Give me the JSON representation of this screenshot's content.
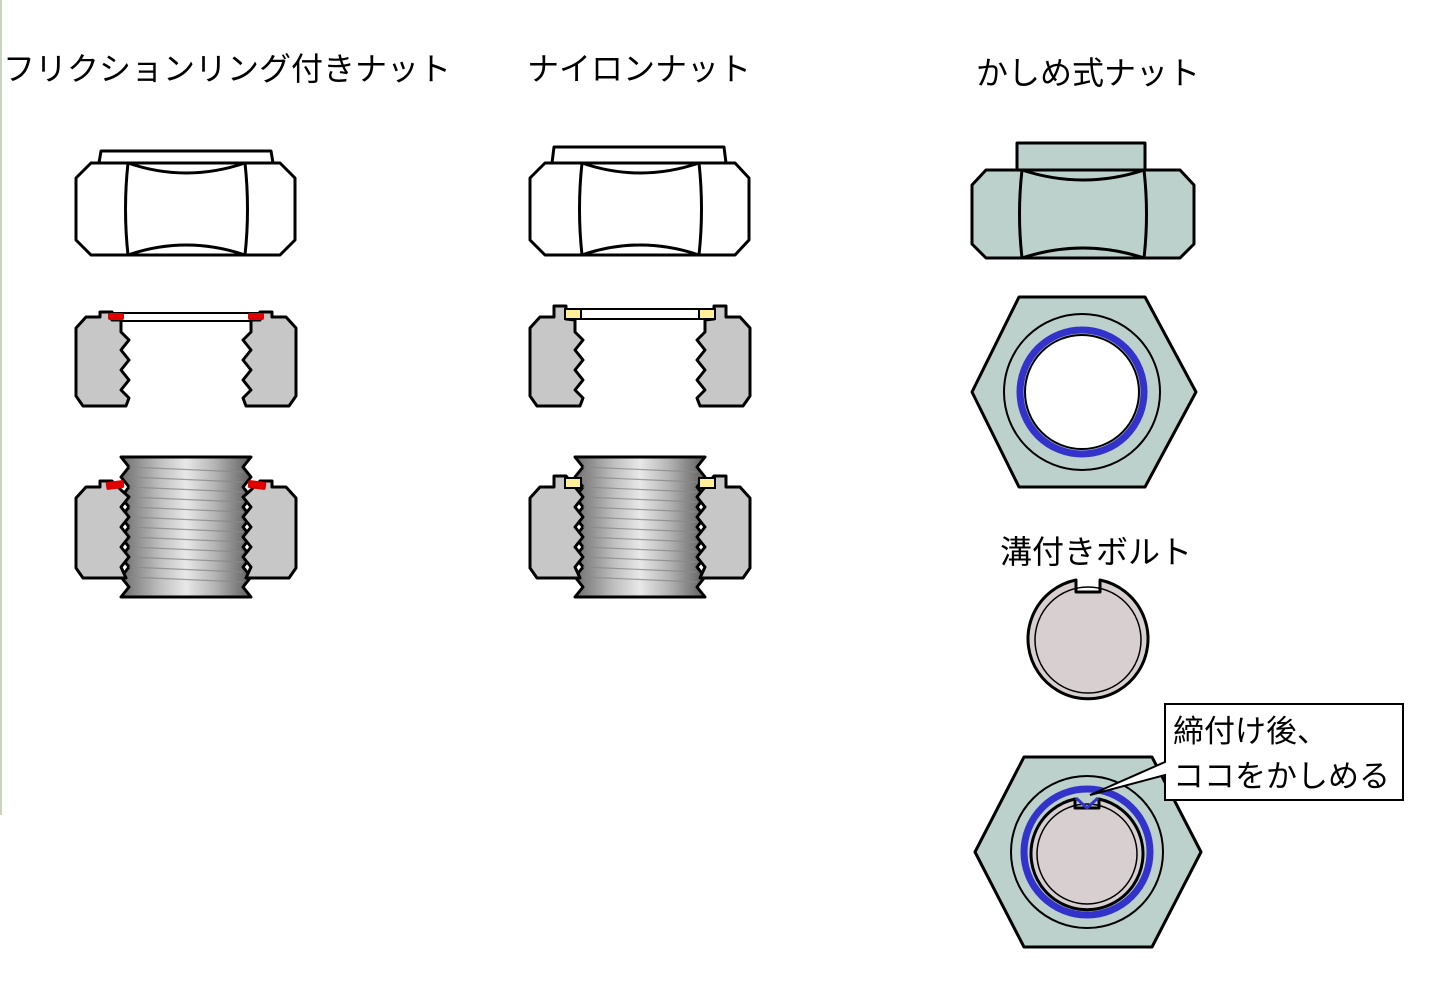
{
  "titles": {
    "friction": "フリクションリング付きナット",
    "nylon": "ナイロンナット",
    "caulk": "かしめ式ナット",
    "slotted_bolt": "溝付きボルト"
  },
  "callout": {
    "line1": "締付け後、",
    "line2": "ココをかしめる"
  },
  "colors": {
    "gray": "#c7c7c7",
    "friction_ring": "#e00000",
    "nylon_ring": "#ffee99",
    "caulk_nut": "#bcd1cc",
    "caulk_ring": "#3333cc",
    "bolt_head": "#d8d0d0"
  }
}
